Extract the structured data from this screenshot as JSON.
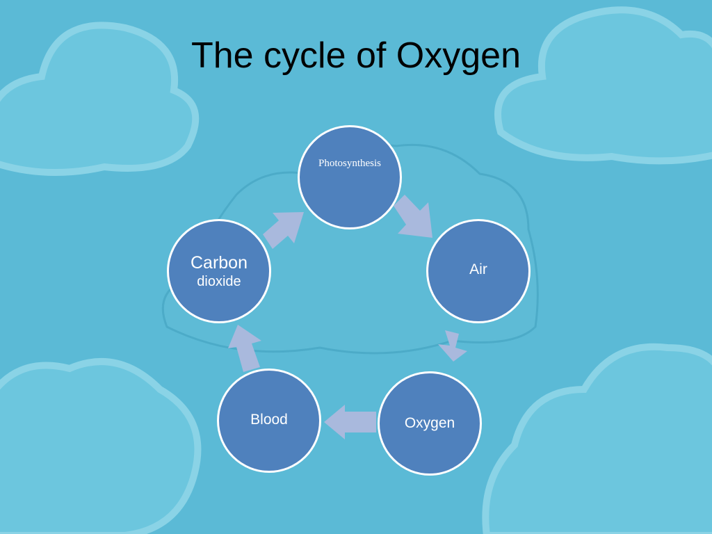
{
  "slide": {
    "title": "The cycle of Oxygen",
    "background_color": "#5bbad6",
    "node_color": "#4f81bd",
    "arrow_color": "#a9b9dd"
  },
  "cycle": {
    "nodes": [
      {
        "id": "photosynthesis",
        "label": "Photosynthesis"
      },
      {
        "id": "air",
        "label": "Air"
      },
      {
        "id": "oxygen",
        "label": "Oxygen"
      },
      {
        "id": "blood",
        "label": "Blood"
      },
      {
        "id": "carbon-dioxide",
        "label_line1": "Carbon",
        "label_line2": "dioxide"
      }
    ]
  }
}
